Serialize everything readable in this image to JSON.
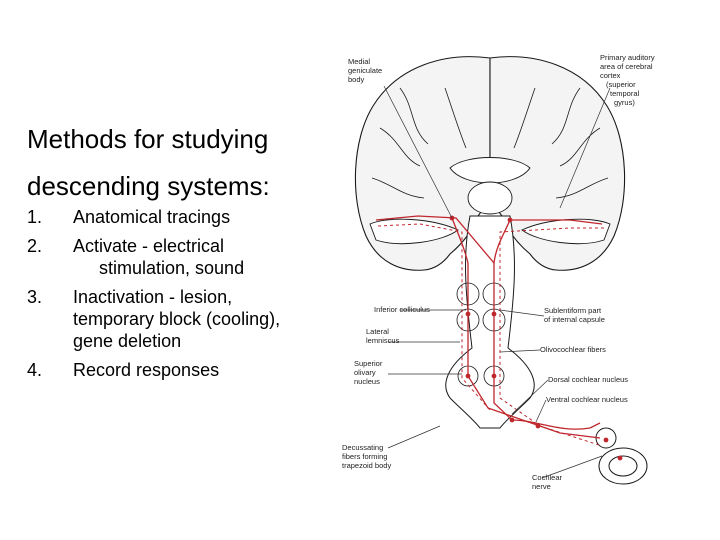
{
  "title": {
    "line1": "Methods for studying",
    "line2": "descending systems:"
  },
  "methods": [
    {
      "num": "1.",
      "lines": [
        "Anatomical tracings"
      ]
    },
    {
      "num": "2.",
      "lines": [
        "Activate - electrical",
        "stimulation, sound"
      ]
    },
    {
      "num": "3.",
      "lines": [
        "Inactivation - lesion,",
        "temporary block (cooling),",
        "gene deletion"
      ]
    },
    {
      "num": "4.",
      "lines": [
        "Record responses"
      ]
    }
  ],
  "diagram": {
    "labels": {
      "mgb": [
        "Medial",
        "geniculate",
        "body"
      ],
      "a1": [
        "Primary auditory",
        "area of cerebral",
        "cortex",
        "(superior",
        "temporal",
        "gyrus)"
      ],
      "ic": [
        "Inferior colliculus"
      ],
      "ll": [
        "Lateral",
        "lemniscus"
      ],
      "soc": [
        "Superior",
        "olivary",
        "nucleus"
      ],
      "sublent": [
        "Sublentiform part",
        "of internal capsule"
      ],
      "ocb": [
        "Olivocochlear fibers"
      ],
      "dcn": [
        "Dorsal cochlear nucleus"
      ],
      "vcn": [
        "Ventral cochlear nucleus"
      ],
      "tb": [
        "Decussating",
        "fibers forming",
        "trapezoid body"
      ],
      "cn8": [
        "Cochlear",
        "nerve"
      ]
    },
    "colors": {
      "pathway": "#c0272d",
      "outline": "#1a1a1a",
      "label_line": "#333333"
    }
  }
}
